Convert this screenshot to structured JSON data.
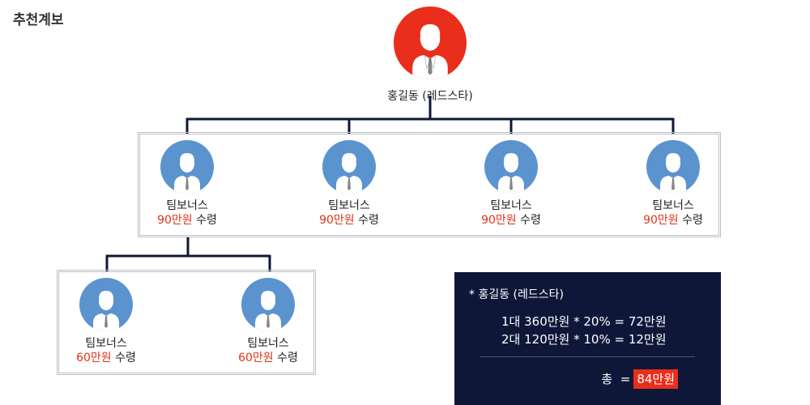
{
  "title": "추천계보",
  "colors": {
    "top_avatar": "#ea2e1c",
    "member_avatar": "#5b93cf",
    "bonus_amount": "#e0341b",
    "connector": "#0f1739",
    "summary_bg": "#0f1739",
    "total_bg": "#ea2e1c"
  },
  "root": {
    "icon": "person-suit-icon",
    "label": "홍길동 (레드스타)"
  },
  "level1": [
    {
      "label": "팀보너스",
      "amount": "90만원",
      "suffix": "수령"
    },
    {
      "label": "팀보너스",
      "amount": "90만원",
      "suffix": "수령"
    },
    {
      "label": "팀보너스",
      "amount": "90만원",
      "suffix": "수령"
    },
    {
      "label": "팀보너스",
      "amount": "90만원",
      "suffix": "수령"
    }
  ],
  "level2": [
    {
      "label": "팀보너스",
      "amount": "60만원",
      "suffix": "수령"
    },
    {
      "label": "팀보너스",
      "amount": "60만원",
      "suffix": "수령"
    }
  ],
  "summary": {
    "heading": "* 홍길동 (레드스타)",
    "lines": [
      "1대 360만원 * 20% = 72만원",
      "2대 120만원 * 10% = 12만원"
    ],
    "total_label": "총  =",
    "total_value": "84만원"
  }
}
